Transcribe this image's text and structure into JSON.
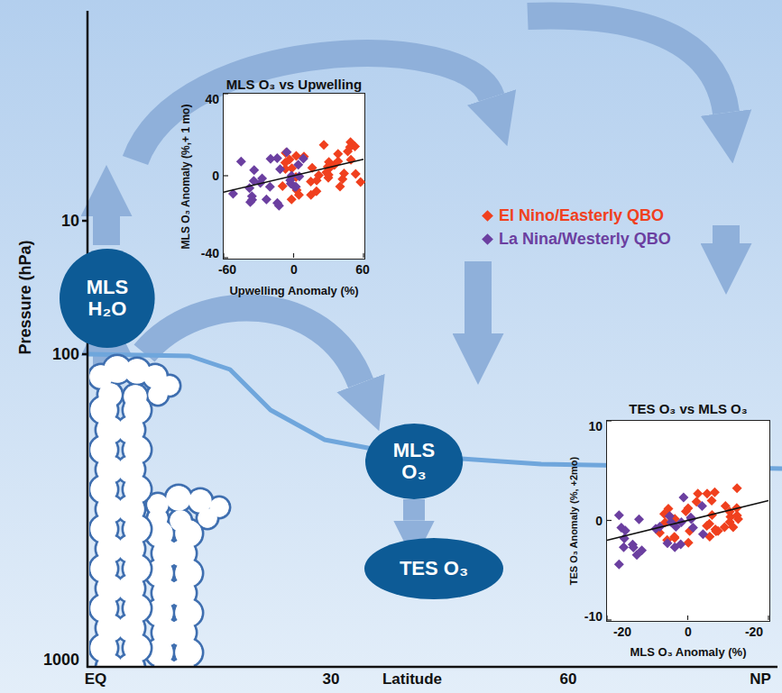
{
  "diagram": {
    "nodes": [
      {
        "text": [
          "MLS O₃ vs Upwelling",
          "MLS O₃ Anomaly (%,+ 1 mo)",
          "Upwelling Anomaly (%)"
        ]
      },
      {
        "text": [
          "MLS H₂O"
        ]
      },
      {
        "text": [
          "TES O₃ vs MLS O₃",
          "TES O₃ Anomaly (%, +2mo)",
          "MLS O₃ Anomaly (%)"
        ]
      },
      {
        "text": [
          "MLS O₃"
        ]
      },
      {
        "text": [
          "TES O₃"
        ]
      }
    ],
    "edges": [
      {
        "from": 3,
        "to": 4,
        "arrow": "to"
      }
    ],
    "labels": [
      "Pressure (hPa)",
      "10",
      "100",
      "1000",
      "EQ",
      "30",
      "Latitude",
      "60",
      "NP",
      "40",
      "0",
      "-40",
      "-60",
      "0",
      "60",
      "10",
      "0",
      "-10",
      "-20",
      "0",
      "-20"
    ],
    "legend": [
      {
        "text": "El Nino/Easterly QBO",
        "color": "#f0401e"
      },
      {
        "text": "La Nina/Westerly QBO",
        "color": "#6b3fa0"
      }
    ]
  }
}
